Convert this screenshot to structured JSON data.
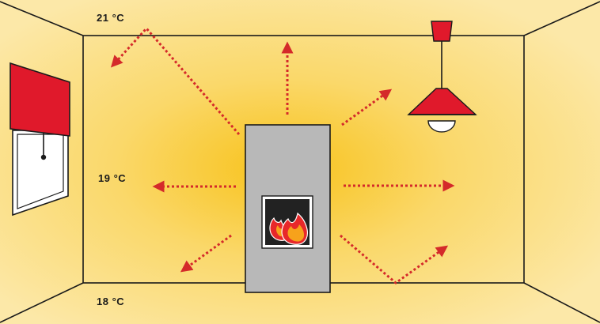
{
  "temperatures": {
    "top": "21 °C",
    "middle": "19 °C",
    "bottom": "18 °C"
  },
  "colors": {
    "background": "#fce8a8",
    "glow": "#f8c21a",
    "lines": "#1a1a1a",
    "stove": "#b8b8b8",
    "arrows": "#d42a2a",
    "blind": "#e0192b",
    "lamp": "#e0192b",
    "flame_outer": "#e8282a",
    "flame_inner": "#f7a21b"
  },
  "icons": [
    "stove-icon",
    "flame-icon",
    "window-icon",
    "blind-icon",
    "ceiling-lamp-icon",
    "heat-arrow-icon"
  ]
}
